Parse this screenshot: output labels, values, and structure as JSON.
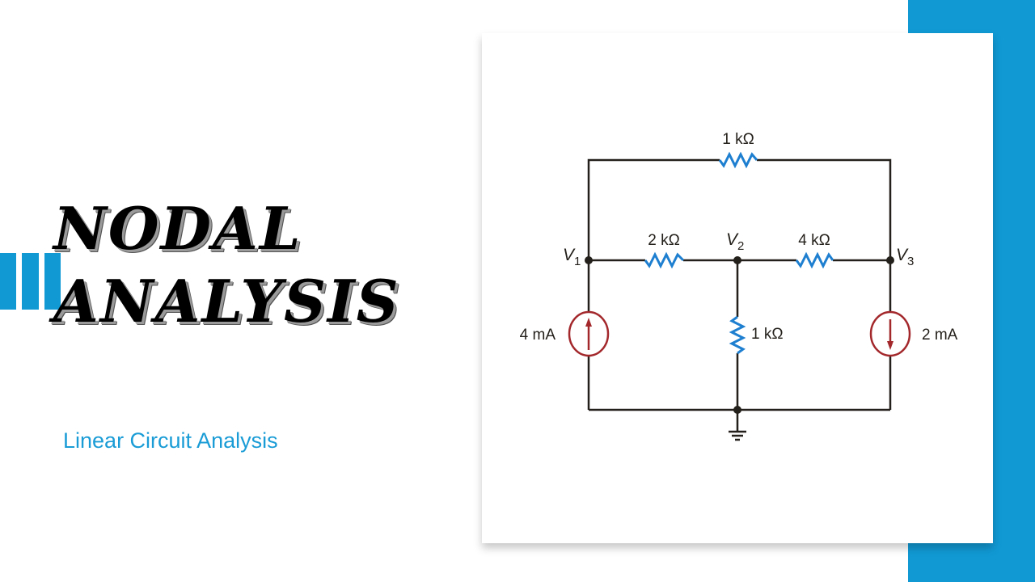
{
  "slide": {
    "title_line1": "NODAL",
    "title_line2": "ANALYSIS",
    "subtitle": "Linear Circuit Analysis",
    "accent_color": "#1199d4"
  },
  "circuit": {
    "resistors": [
      {
        "id": "R_top",
        "label": "1 kΩ"
      },
      {
        "id": "R_12",
        "label": "2 kΩ"
      },
      {
        "id": "R_23",
        "label": "4 kΩ"
      },
      {
        "id": "R_2g",
        "label": "1 kΩ"
      }
    ],
    "nodes": [
      {
        "id": "V1",
        "label": "V",
        "sub": "1"
      },
      {
        "id": "V2",
        "label": "V",
        "sub": "2"
      },
      {
        "id": "V3",
        "label": "V",
        "sub": "3"
      }
    ],
    "sources": [
      {
        "id": "I1",
        "label": "4 mA",
        "direction": "up"
      },
      {
        "id": "I2",
        "label": "2 mA",
        "direction": "down"
      }
    ],
    "colors": {
      "wire": "#231f1a",
      "resistor": "#1e7fd0",
      "source": "#a3282c"
    }
  }
}
